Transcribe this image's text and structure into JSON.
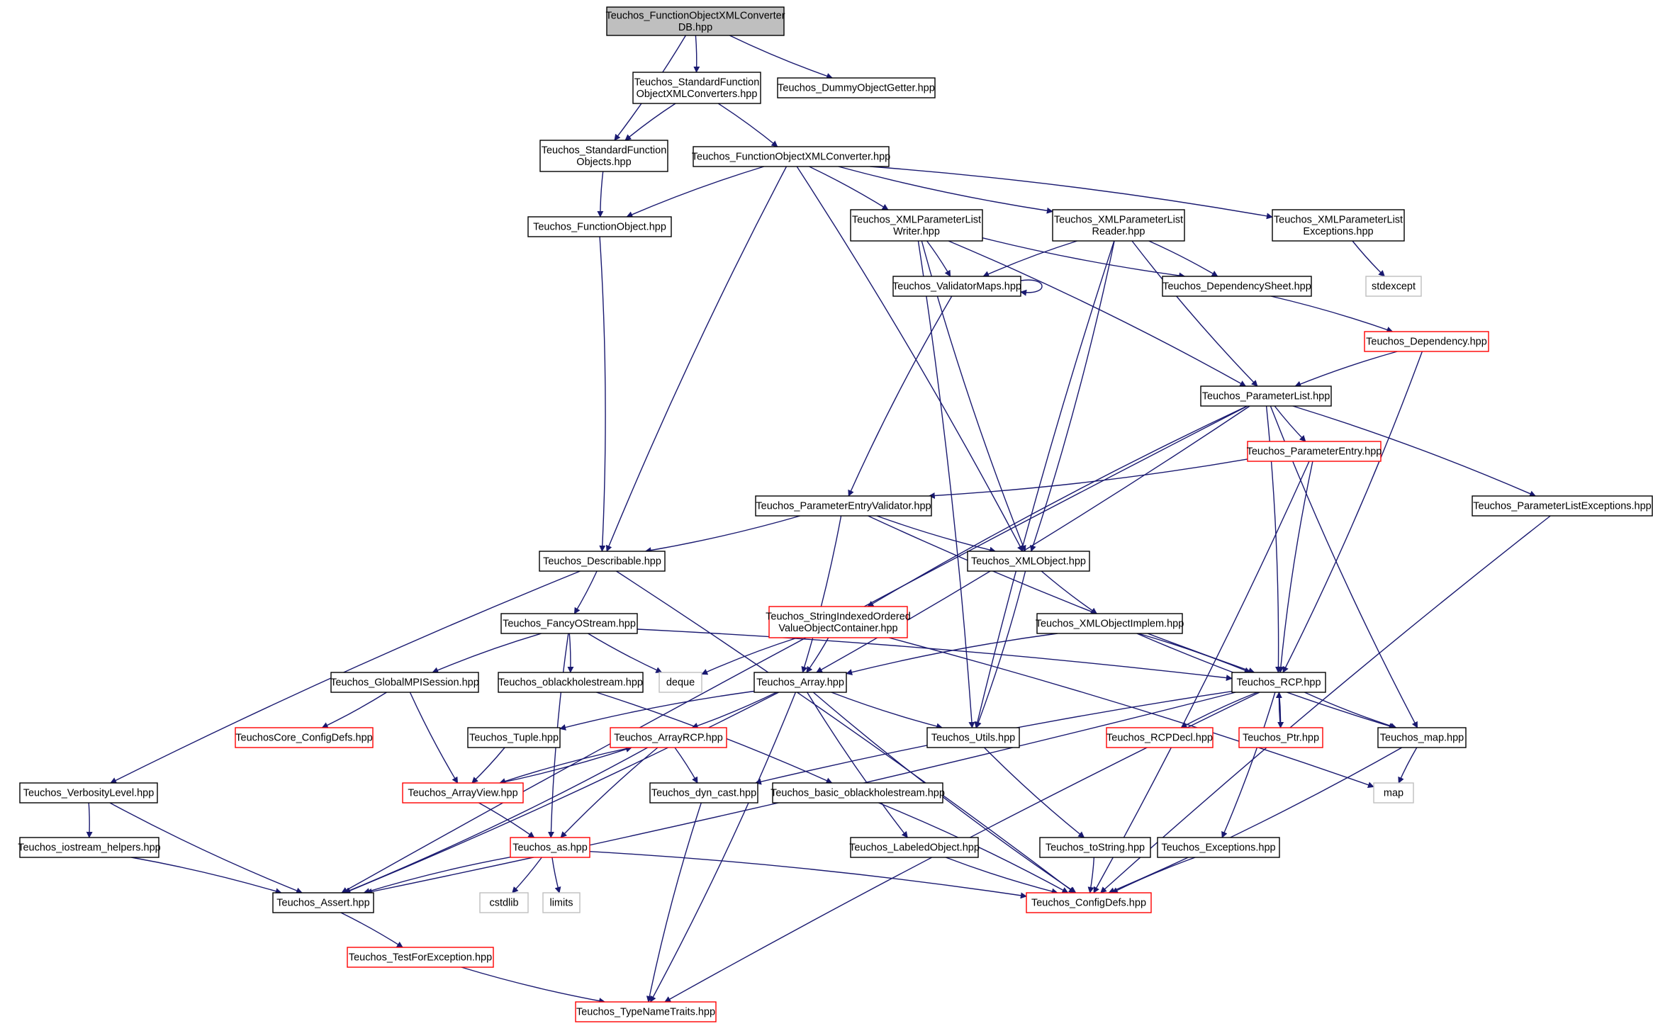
{
  "colors": {
    "edge": "#191970",
    "root_fill": "#bfbfbf",
    "border_normal": "#000000",
    "border_incomplete": "#ff0000",
    "border_external": "#bfbfbf"
  },
  "nodes": [
    {
      "id": "root",
      "lines": [
        "Teuchos_FunctionObjectXMLConverter",
        "DB.hpp"
      ],
      "kind": "root"
    },
    {
      "id": "stdfoxc",
      "lines": [
        "Teuchos_StandardFunction",
        "ObjectXMLConverters.hpp"
      ],
      "kind": "normal"
    },
    {
      "id": "dummy",
      "lines": [
        "Teuchos_DummyObjectGetter.hpp"
      ],
      "kind": "normal"
    },
    {
      "id": "stdfo",
      "lines": [
        "Teuchos_StandardFunction",
        "Objects.hpp"
      ],
      "kind": "normal"
    },
    {
      "id": "foxc",
      "lines": [
        "Teuchos_FunctionObjectXMLConverter.hpp"
      ],
      "kind": "normal"
    },
    {
      "id": "fo",
      "lines": [
        "Teuchos_FunctionObject.hpp"
      ],
      "kind": "normal"
    },
    {
      "id": "xplw",
      "lines": [
        "Teuchos_XMLParameterList",
        "Writer.hpp"
      ],
      "kind": "normal"
    },
    {
      "id": "xplr",
      "lines": [
        "Teuchos_XMLParameterList",
        "Reader.hpp"
      ],
      "kind": "normal"
    },
    {
      "id": "xple",
      "lines": [
        "Teuchos_XMLParameterList",
        "Exceptions.hpp"
      ],
      "kind": "normal"
    },
    {
      "id": "valmaps",
      "lines": [
        "Teuchos_ValidatorMaps.hpp"
      ],
      "kind": "normal"
    },
    {
      "id": "depsheet",
      "lines": [
        "Teuchos_DependencySheet.hpp"
      ],
      "kind": "normal"
    },
    {
      "id": "stdexcept",
      "lines": [
        "stdexcept"
      ],
      "kind": "external"
    },
    {
      "id": "dep",
      "lines": [
        "Teuchos_Dependency.hpp"
      ],
      "kind": "incomplete"
    },
    {
      "id": "pl",
      "lines": [
        "Teuchos_ParameterList.hpp"
      ],
      "kind": "normal"
    },
    {
      "id": "pe",
      "lines": [
        "Teuchos_ParameterEntry.hpp"
      ],
      "kind": "incomplete"
    },
    {
      "id": "pev",
      "lines": [
        "Teuchos_ParameterEntryValidator.hpp"
      ],
      "kind": "normal"
    },
    {
      "id": "ple",
      "lines": [
        "Teuchos_ParameterListExceptions.hpp"
      ],
      "kind": "normal"
    },
    {
      "id": "desc",
      "lines": [
        "Teuchos_Describable.hpp"
      ],
      "kind": "normal"
    },
    {
      "id": "xmlobj",
      "lines": [
        "Teuchos_XMLObject.hpp"
      ],
      "kind": "normal"
    },
    {
      "id": "sioc",
      "lines": [
        "Teuchos_StringIndexedOrdered",
        "ValueObjectContainer.hpp"
      ],
      "kind": "incomplete"
    },
    {
      "id": "fos",
      "lines": [
        "Teuchos_FancyOStream.hpp"
      ],
      "kind": "normal"
    },
    {
      "id": "xmlimpl",
      "lines": [
        "Teuchos_XMLObjectImplem.hpp"
      ],
      "kind": "normal"
    },
    {
      "id": "deque",
      "lines": [
        "deque"
      ],
      "kind": "external"
    },
    {
      "id": "gmpi",
      "lines": [
        "Teuchos_GlobalMPISession.hpp"
      ],
      "kind": "normal"
    },
    {
      "id": "obhs",
      "lines": [
        "Teuchos_oblackholestream.hpp"
      ],
      "kind": "normal"
    },
    {
      "id": "array",
      "lines": [
        "Teuchos_Array.hpp"
      ],
      "kind": "normal"
    },
    {
      "id": "rcp",
      "lines": [
        "Teuchos_RCP.hpp"
      ],
      "kind": "normal"
    },
    {
      "id": "ccd",
      "lines": [
        "TeuchosCore_ConfigDefs.hpp"
      ],
      "kind": "incomplete"
    },
    {
      "id": "tuple",
      "lines": [
        "Teuchos_Tuple.hpp"
      ],
      "kind": "normal"
    },
    {
      "id": "arcp",
      "lines": [
        "Teuchos_ArrayRCP.hpp"
      ],
      "kind": "incomplete"
    },
    {
      "id": "utils",
      "lines": [
        "Teuchos_Utils.hpp"
      ],
      "kind": "normal"
    },
    {
      "id": "rcpdecl",
      "lines": [
        "Teuchos_RCPDecl.hpp"
      ],
      "kind": "incomplete"
    },
    {
      "id": "ptr",
      "lines": [
        "Teuchos_Ptr.hpp"
      ],
      "kind": "incomplete"
    },
    {
      "id": "tmap",
      "lines": [
        "Teuchos_map.hpp"
      ],
      "kind": "normal"
    },
    {
      "id": "verb",
      "lines": [
        "Teuchos_VerbosityLevel.hpp"
      ],
      "kind": "normal"
    },
    {
      "id": "av",
      "lines": [
        "Teuchos_ArrayView.hpp"
      ],
      "kind": "incomplete"
    },
    {
      "id": "dync",
      "lines": [
        "Teuchos_dyn_cast.hpp"
      ],
      "kind": "normal"
    },
    {
      "id": "bobhs",
      "lines": [
        "Teuchos_basic_oblackholestream.hpp"
      ],
      "kind": "normal"
    },
    {
      "id": "map",
      "lines": [
        "map"
      ],
      "kind": "external"
    },
    {
      "id": "iosh",
      "lines": [
        "Teuchos_iostream_helpers.hpp"
      ],
      "kind": "normal"
    },
    {
      "id": "as",
      "lines": [
        "Teuchos_as.hpp"
      ],
      "kind": "incomplete"
    },
    {
      "id": "lobj",
      "lines": [
        "Teuchos_LabeledObject.hpp"
      ],
      "kind": "normal"
    },
    {
      "id": "tostr",
      "lines": [
        "Teuchos_toString.hpp"
      ],
      "kind": "normal"
    },
    {
      "id": "exc",
      "lines": [
        "Teuchos_Exceptions.hpp"
      ],
      "kind": "normal"
    },
    {
      "id": "assert",
      "lines": [
        "Teuchos_Assert.hpp"
      ],
      "kind": "normal"
    },
    {
      "id": "cstdlib",
      "lines": [
        "cstdlib"
      ],
      "kind": "external"
    },
    {
      "id": "limits",
      "lines": [
        "limits"
      ],
      "kind": "external"
    },
    {
      "id": "cdefs",
      "lines": [
        "Teuchos_ConfigDefs.hpp"
      ],
      "kind": "incomplete"
    },
    {
      "id": "tfe",
      "lines": [
        "Teuchos_TestForException.hpp"
      ],
      "kind": "incomplete"
    },
    {
      "id": "tnt",
      "lines": [
        "Teuchos_TypeNameTraits.hpp"
      ],
      "kind": "incomplete"
    }
  ],
  "edges": [
    [
      "root",
      "stdfoxc"
    ],
    [
      "root",
      "dummy"
    ],
    [
      "root",
      "stdfo"
    ],
    [
      "stdfoxc",
      "stdfo"
    ],
    [
      "stdfoxc",
      "foxc"
    ],
    [
      "stdfo",
      "fo"
    ],
    [
      "fo",
      "desc"
    ],
    [
      "foxc",
      "fo"
    ],
    [
      "foxc",
      "xplw"
    ],
    [
      "foxc",
      "xplr"
    ],
    [
      "foxc",
      "xple"
    ],
    [
      "foxc",
      "desc"
    ],
    [
      "foxc",
      "xmlobj"
    ],
    [
      "xple",
      "stdexcept"
    ],
    [
      "xplw",
      "valmaps"
    ],
    [
      "xplw",
      "depsheet"
    ],
    [
      "xplw",
      "pl"
    ],
    [
      "xplw",
      "xmlobj"
    ],
    [
      "xplw",
      "utils"
    ],
    [
      "xplr",
      "valmaps"
    ],
    [
      "xplr",
      "depsheet"
    ],
    [
      "xplr",
      "pl"
    ],
    [
      "xplr",
      "xmlobj"
    ],
    [
      "xplr",
      "utils"
    ],
    [
      "valmaps",
      "valmaps"
    ],
    [
      "valmaps",
      "pev"
    ],
    [
      "depsheet",
      "dep"
    ],
    [
      "dep",
      "pl"
    ],
    [
      "dep",
      "rcp"
    ],
    [
      "pl",
      "pe"
    ],
    [
      "pl",
      "ple"
    ],
    [
      "pl",
      "sioc"
    ],
    [
      "pl",
      "array"
    ],
    [
      "pl",
      "assert"
    ],
    [
      "pl",
      "rcp"
    ],
    [
      "pl",
      "tmap"
    ],
    [
      "pe",
      "pev"
    ],
    [
      "pe",
      "rcp"
    ],
    [
      "pe",
      "cdefs"
    ],
    [
      "ple",
      "cdefs"
    ],
    [
      "pev",
      "desc"
    ],
    [
      "pev",
      "xmlobj"
    ],
    [
      "pev",
      "array"
    ],
    [
      "pev",
      "rcp"
    ],
    [
      "desc",
      "fos"
    ],
    [
      "desc",
      "verb"
    ],
    [
      "desc",
      "cdefs"
    ],
    [
      "xmlobj",
      "xmlimpl"
    ],
    [
      "xmlobj",
      "utils"
    ],
    [
      "xmlimpl",
      "array"
    ],
    [
      "xmlimpl",
      "rcp"
    ],
    [
      "xmlimpl",
      "tmap"
    ],
    [
      "sioc",
      "array"
    ],
    [
      "sioc",
      "deque"
    ],
    [
      "sioc",
      "map"
    ],
    [
      "fos",
      "gmpi"
    ],
    [
      "fos",
      "obhs"
    ],
    [
      "fos",
      "deque"
    ],
    [
      "fos",
      "rcp"
    ],
    [
      "fos",
      "as"
    ],
    [
      "gmpi",
      "ccd"
    ],
    [
      "gmpi",
      "av"
    ],
    [
      "obhs",
      "bobhs"
    ],
    [
      "array",
      "tuple"
    ],
    [
      "array",
      "arcp"
    ],
    [
      "array",
      "utils"
    ],
    [
      "array",
      "assert"
    ],
    [
      "array",
      "lobj"
    ],
    [
      "array",
      "tnt"
    ],
    [
      "array",
      "cdefs"
    ],
    [
      "tuple",
      "av"
    ],
    [
      "arcp",
      "av"
    ],
    [
      "arcp",
      "dync"
    ],
    [
      "arcp",
      "as"
    ],
    [
      "arcp",
      "assert"
    ],
    [
      "av",
      "arcp"
    ],
    [
      "av",
      "as"
    ],
    [
      "rcp",
      "rcpdecl"
    ],
    [
      "rcp",
      "ptr"
    ],
    [
      "rcp",
      "tmap"
    ],
    [
      "rcp",
      "exc"
    ],
    [
      "rcp",
      "dync"
    ],
    [
      "rcp",
      "assert"
    ],
    [
      "rcp",
      "tnt"
    ],
    [
      "ptr",
      "rcp"
    ],
    [
      "tmap",
      "map"
    ],
    [
      "tmap",
      "cdefs"
    ],
    [
      "utils",
      "tostr"
    ],
    [
      "verb",
      "iosh"
    ],
    [
      "verb",
      "assert"
    ],
    [
      "iosh",
      "assert"
    ],
    [
      "dync",
      "tnt"
    ],
    [
      "bobhs",
      "cdefs"
    ],
    [
      "as",
      "assert"
    ],
    [
      "as",
      "cstdlib"
    ],
    [
      "as",
      "limits"
    ],
    [
      "as",
      "cdefs"
    ],
    [
      "lobj",
      "cdefs"
    ],
    [
      "tostr",
      "cdefs"
    ],
    [
      "exc",
      "cdefs"
    ],
    [
      "assert",
      "tfe"
    ],
    [
      "tfe",
      "tnt"
    ]
  ]
}
